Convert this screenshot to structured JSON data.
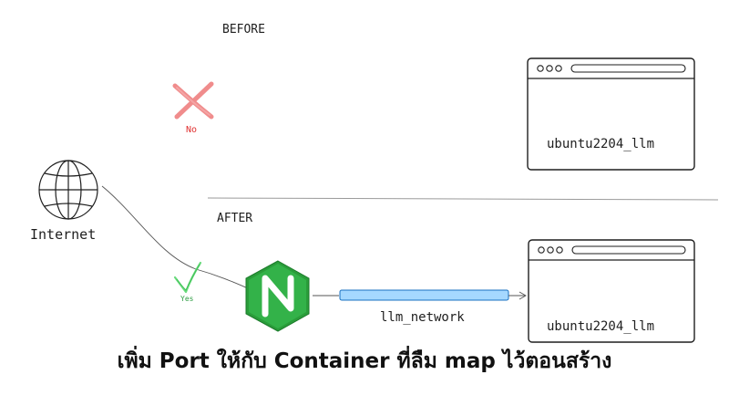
{
  "labels": {
    "before": "BEFORE",
    "after": "AFTER",
    "internet": "Internet",
    "no": "No",
    "yes": "Yes",
    "network": "llm_network",
    "container_before": "ubuntu2204_llm",
    "container_after": "ubuntu2204_llm"
  },
  "caption": "เพิ่ม Port ให้กับ Container ที่ลืม map ไว้ตอนสร้าง",
  "icons": {
    "globe": "globe-icon",
    "nginx": "nginx-logo-icon",
    "cross": "red-cross-icon",
    "check": "green-check-icon",
    "window_before": "browser-window-icon",
    "window_after": "browser-window-icon"
  },
  "colors": {
    "stroke": "#1e1e1e",
    "cross": "#f08c8c",
    "no_text": "#e03131",
    "check": "#40c057",
    "yes_text": "#2f9e44",
    "nginx": "#28a745",
    "network_fill": "#a5d8ff",
    "network_stroke": "#1971c2",
    "divider": "#9a9a9a"
  }
}
